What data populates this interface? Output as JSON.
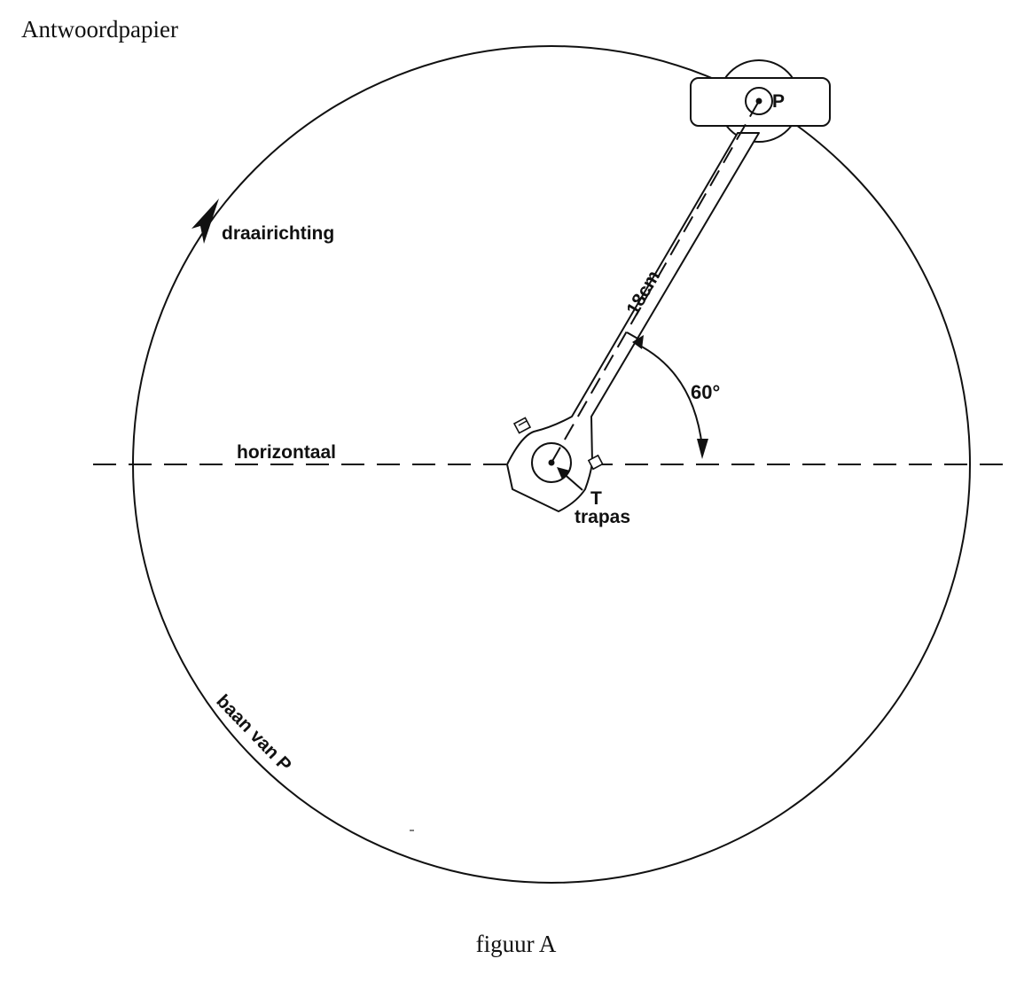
{
  "page": {
    "heading": "Antwoordpapier",
    "caption": "figuur A"
  },
  "diagram": {
    "labels": {
      "rotation_direction": "draairichting",
      "horizontal": "horizontaal",
      "length": "18cm",
      "angle": "60°",
      "pedal_point": "P",
      "axle_point": "T",
      "axle_name": "trapas",
      "path": "baan van P"
    },
    "values": {
      "crank_length_cm": 18,
      "crank_angle_deg": 60
    },
    "colors": {
      "ink": "#111111",
      "paper": "#ffffff"
    }
  }
}
